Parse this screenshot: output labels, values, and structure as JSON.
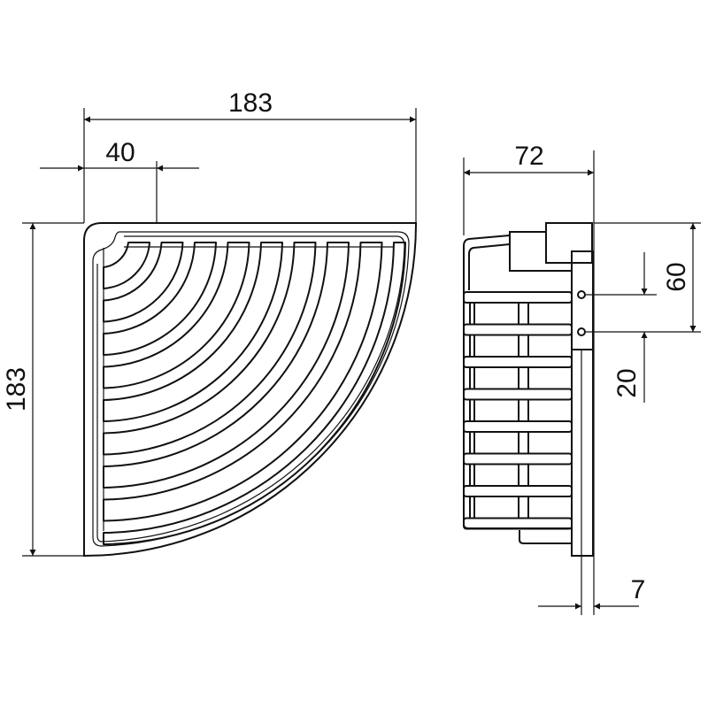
{
  "drawing": {
    "front_view": {
      "width_label": "183",
      "offset_label": "40",
      "height_label": "183",
      "rib_count": 9
    },
    "side_view": {
      "depth_label": "72",
      "mount_height_label": "60",
      "hole_spacing_label": "20",
      "plate_thickness_label": "7",
      "slat_count": 8
    },
    "colors": {
      "line": "#111111",
      "background": "#ffffff"
    }
  }
}
